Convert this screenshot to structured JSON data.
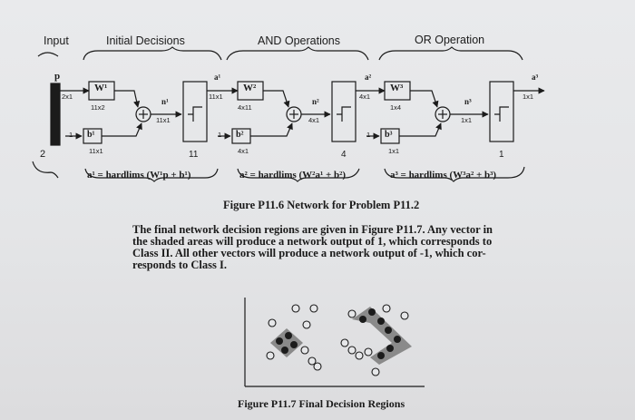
{
  "sections": {
    "input": "Input",
    "initial": "Initial Decisions",
    "and_ops": "AND Operations",
    "or_op": "OR Operation"
  },
  "diagram": {
    "p": "p",
    "p_size": "2x1",
    "w1": "W¹",
    "w1_size": "11x2",
    "b1": "b¹",
    "b1_size": "11x1",
    "n1": "n¹",
    "n1_size": "11x1",
    "a1": "a¹",
    "a1_size": "11x1",
    "dim1": "11",
    "w2": "W²",
    "w2_size": "4x11",
    "b2": "b²",
    "b2_size": "4x1",
    "n2": "n²",
    "n2_size": "4x1",
    "a2": "a²",
    "a2_size": "4x1",
    "dim2": "4",
    "w3": "W³",
    "w3_size": "1x4",
    "b3": "b³",
    "b3_size": "1x1",
    "n3": "n³",
    "n3_size": "1x1",
    "a3": "a³",
    "a3_size": "1x1",
    "dim3": "1",
    "input_dim": "2",
    "one": "1"
  },
  "equations": {
    "eq1": "a¹ = hardlims (W¹p + b¹)",
    "eq2": "a² = hardlims (W²a¹ + b²)",
    "eq3": "a³ = hardlims (W³a² + b³)"
  },
  "figure1_caption": "Figure P11.6 Network for Problem P11.2",
  "paragraph": [
    "The final network decision regions are given in Figure P11.7. Any vector in",
    "the shaded areas will produce a network output of 1, which corresponds to",
    "Class II. All other vectors will produce a network output of -1, which cor-",
    "responds to Class I."
  ],
  "figure2_caption": "Figure P11.7 Final Decision Regions",
  "colors": {
    "ink": "#1b1b1b",
    "shade": "#8a8a8a",
    "paper": "#e6e7e9"
  }
}
